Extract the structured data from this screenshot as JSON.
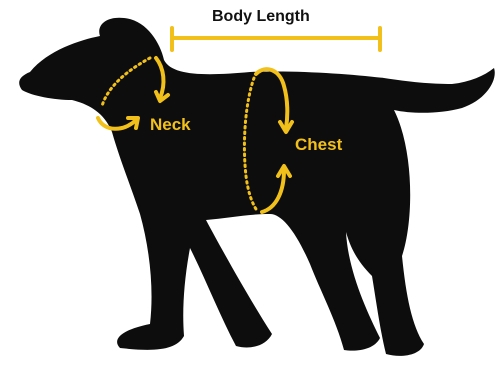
{
  "diagram": {
    "labels": {
      "body_length": "Body Length",
      "neck": "Neck",
      "chest": "Chest"
    },
    "colors": {
      "silhouette": "#0d0d0d",
      "measure": "#f2c01a",
      "background": "#ffffff"
    }
  }
}
